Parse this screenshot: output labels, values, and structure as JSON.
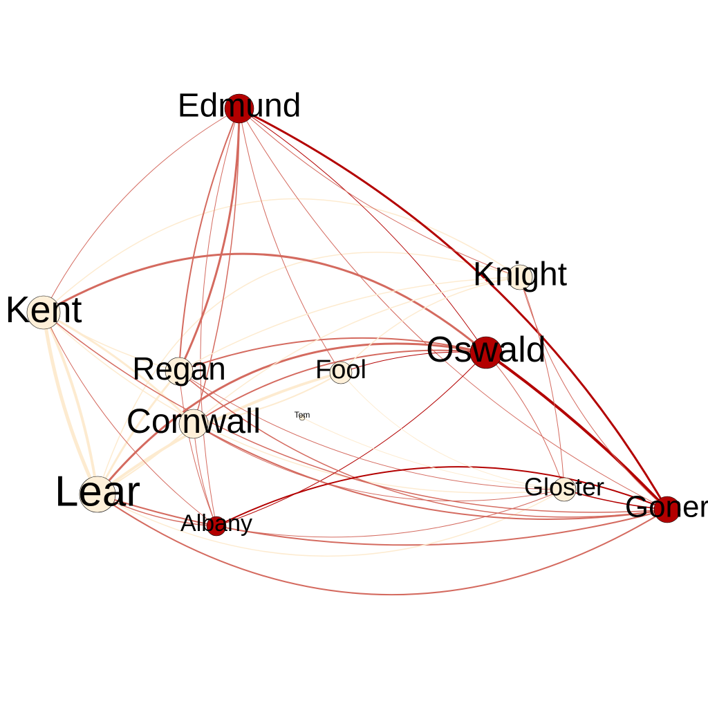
{
  "nodes": [
    {
      "id": "edmund",
      "label": "Edmund",
      "color": "#b30000"
    },
    {
      "id": "kent",
      "label": "Kent",
      "color": "#fef0d9"
    },
    {
      "id": "knight",
      "label": "Knight",
      "color": "#fef0d9"
    },
    {
      "id": "oswald",
      "label": "Oswald",
      "color": "#b30000"
    },
    {
      "id": "regan",
      "label": "Regan",
      "color": "#fef0d9"
    },
    {
      "id": "fool",
      "label": "Fool",
      "color": "#fef0d9"
    },
    {
      "id": "cornwall",
      "label": "Cornwall",
      "color": "#fef0d9"
    },
    {
      "id": "tom",
      "label": "Tom",
      "color": "#fef0d9"
    },
    {
      "id": "lear",
      "label": "Lear",
      "color": "#fef0d9"
    },
    {
      "id": "albany",
      "label": "Albany",
      "color": "#b30000"
    },
    {
      "id": "gloster",
      "label": "Gloster",
      "color": "#fef0d9"
    },
    {
      "id": "goner",
      "label": "Goner",
      "color": "#b30000"
    }
  ],
  "edges": [
    {
      "source": "lear",
      "target": "kent",
      "weight": 5,
      "color": "#fdebd0"
    },
    {
      "source": "lear",
      "target": "kent",
      "weight": 4,
      "color": "#fdebd0"
    },
    {
      "source": "lear",
      "target": "fool",
      "weight": 4,
      "color": "#fdebd0"
    },
    {
      "source": "lear",
      "target": "regan",
      "weight": 3,
      "color": "#fdebd0"
    },
    {
      "source": "lear",
      "target": "cornwall",
      "weight": 2,
      "color": "#fdebd0"
    },
    {
      "source": "lear",
      "target": "oswald",
      "weight": 3,
      "color": "#d46a5f"
    },
    {
      "source": "lear",
      "target": "goner",
      "weight": 2,
      "color": "#d46a5f"
    },
    {
      "source": "lear",
      "target": "goner",
      "weight": 2,
      "color": "#d46a5f"
    },
    {
      "source": "lear",
      "target": "albany",
      "weight": 1.5,
      "color": "#d46a5f"
    },
    {
      "source": "lear",
      "target": "knight",
      "weight": 1.5,
      "color": "#fdebd0"
    },
    {
      "source": "lear",
      "target": "gloster",
      "weight": 1.5,
      "color": "#fdebd0"
    },
    {
      "source": "kent",
      "target": "oswald",
      "weight": 3,
      "color": "#d46a5f"
    },
    {
      "source": "kent",
      "target": "knight",
      "weight": 1.5,
      "color": "#fdebd0"
    },
    {
      "source": "kent",
      "target": "cornwall",
      "weight": 3,
      "color": "#fdebd0"
    },
    {
      "source": "kent",
      "target": "regan",
      "weight": 1.5,
      "color": "#fdebd0"
    },
    {
      "source": "kent",
      "target": "gloster",
      "weight": 1.5,
      "color": "#fdebd0"
    },
    {
      "source": "kent",
      "target": "edmund",
      "weight": 1,
      "color": "#d46a5f"
    },
    {
      "source": "kent",
      "target": "goner",
      "weight": 1.5,
      "color": "#d46a5f"
    },
    {
      "source": "kent",
      "target": "albany",
      "weight": 1,
      "color": "#d46a5f"
    },
    {
      "source": "edmund",
      "target": "regan",
      "weight": 3,
      "color": "#d46a5f"
    },
    {
      "source": "edmund",
      "target": "regan",
      "weight": 2,
      "color": "#d46a5f"
    },
    {
      "source": "edmund",
      "target": "goner",
      "weight": 3,
      "color": "#b30000"
    },
    {
      "source": "edmund",
      "target": "goner",
      "weight": 1,
      "color": "#d46a5f"
    },
    {
      "source": "edmund",
      "target": "oswald",
      "weight": 1,
      "color": "#b30000"
    },
    {
      "source": "edmund",
      "target": "fool",
      "weight": 1,
      "color": "#d46a5f"
    },
    {
      "source": "edmund",
      "target": "albany",
      "weight": 1,
      "color": "#d46a5f"
    },
    {
      "source": "edmund",
      "target": "cornwall",
      "weight": 1.5,
      "color": "#d46a5f"
    },
    {
      "source": "edmund",
      "target": "knight",
      "weight": 1,
      "color": "#d46a5f"
    },
    {
      "source": "oswald",
      "target": "goner",
      "weight": 4,
      "color": "#b30000"
    },
    {
      "source": "oswald",
      "target": "cornwall",
      "weight": 2,
      "color": "#d46a5f"
    },
    {
      "source": "oswald",
      "target": "regan",
      "weight": 2,
      "color": "#d46a5f"
    },
    {
      "source": "oswald",
      "target": "albany",
      "weight": 1,
      "color": "#b30000"
    },
    {
      "source": "oswald",
      "target": "gloster",
      "weight": 1,
      "color": "#d46a5f"
    },
    {
      "source": "oswald",
      "target": "fool",
      "weight": 1,
      "color": "#b30000"
    },
    {
      "source": "knight",
      "target": "regan",
      "weight": 1.5,
      "color": "#fdebd0"
    },
    {
      "source": "knight",
      "target": "cornwall",
      "weight": 1.5,
      "color": "#fdebd0"
    },
    {
      "source": "knight",
      "target": "gloster",
      "weight": 1,
      "color": "#d46a5f"
    },
    {
      "source": "knight",
      "target": "fool",
      "weight": 1.5,
      "color": "#fdebd0"
    },
    {
      "source": "knight",
      "target": "goner",
      "weight": 1,
      "color": "#d46a5f"
    },
    {
      "source": "regan",
      "target": "goner",
      "weight": 1.5,
      "color": "#d46a5f"
    },
    {
      "source": "regan",
      "target": "gloster",
      "weight": 1,
      "color": "#d46a5f"
    },
    {
      "source": "regan",
      "target": "albany",
      "weight": 1,
      "color": "#d46a5f"
    },
    {
      "source": "cornwall",
      "target": "goner",
      "weight": 2,
      "color": "#d46a5f"
    },
    {
      "source": "cornwall",
      "target": "gloster",
      "weight": 1,
      "color": "#d46a5f"
    },
    {
      "source": "cornwall",
      "target": "albany",
      "weight": 1,
      "color": "#d46a5f"
    },
    {
      "source": "cornwall",
      "target": "fool",
      "weight": 2,
      "color": "#fdebd0"
    },
    {
      "source": "albany",
      "target": "goner",
      "weight": 2,
      "color": "#b30000"
    },
    {
      "source": "albany",
      "target": "gloster",
      "weight": 1,
      "color": "#d46a5f"
    },
    {
      "source": "gloster",
      "target": "goner",
      "weight": 1.5,
      "color": "#b30000"
    },
    {
      "source": "fool",
      "target": "gloster",
      "weight": 1,
      "color": "#fdebd0"
    },
    {
      "source": "tom",
      "target": "gloster",
      "weight": 1,
      "color": "#fdebd0"
    }
  ]
}
